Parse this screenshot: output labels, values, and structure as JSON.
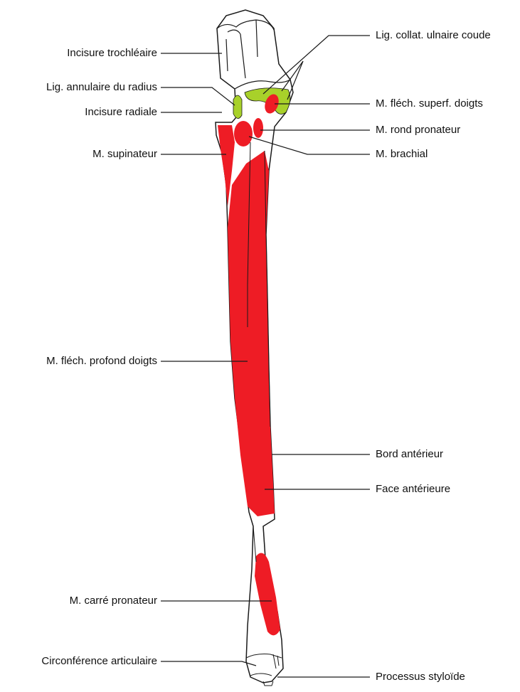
{
  "colors": {
    "muscle_red": "#ee1c25",
    "ligament_green": "#a8d12a",
    "outline": "#1a1a1a",
    "bone_fill": "#ffffff"
  },
  "labels": {
    "incisure_trochleaire": "Incisure trochléaire",
    "lig_annulaire_radius": "Lig. annulaire du radius",
    "incisure_radiale": "Incisure radiale",
    "m_supinateur": "M. supinateur",
    "m_flech_profond": "M. fléch. profond doigts",
    "m_carre_pronateur": "M. carré pronateur",
    "circonference_articulaire": "Circonférence articulaire",
    "lig_collat_ulnaire": "Lig. collat. ulnaire coude",
    "m_flech_superf": "M. fléch. superf. doigts",
    "m_rond_pronateur": "M. rond pronateur",
    "m_brachial": "M. brachial",
    "bord_anterieur": "Bord antérieur",
    "face_anterieure": "Face antérieure",
    "processus_styloide": "Processus styloïde"
  }
}
